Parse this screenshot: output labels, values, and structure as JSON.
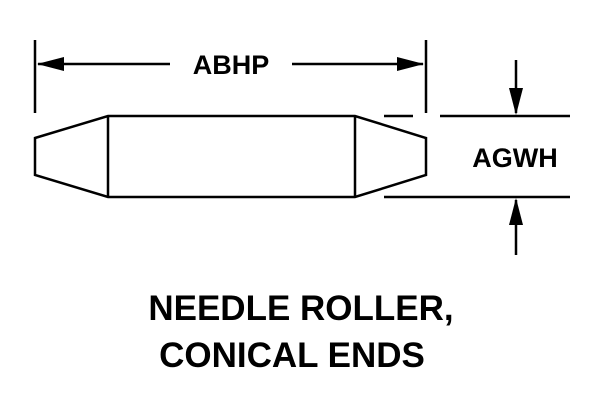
{
  "dimensions": {
    "length_label": "ABHP",
    "diameter_label": "AGWH"
  },
  "caption": {
    "line1": "NEEDLE ROLLER,",
    "line2": "CONICAL ENDS"
  },
  "colors": {
    "ink": "#000000",
    "background": "#ffffff"
  }
}
